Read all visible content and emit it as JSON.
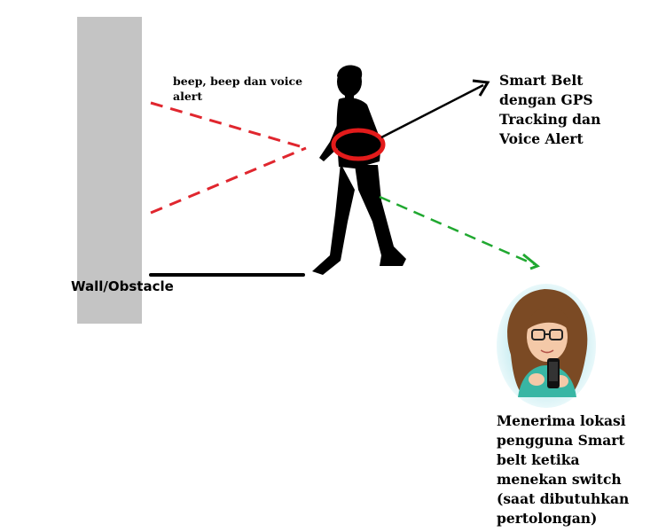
{
  "labels": {
    "wall": "Wall/Obstacle",
    "alert": "beep, beep dan voice alert",
    "belt": "Smart Belt\ndengan GPS\nTracking dan\nVoice Alert",
    "receive": "Menerima lokasi\npengguna Smart\nbelt ketika\nmenekan switch\n(saat dibutuhkan\npertolongan)"
  },
  "colors": {
    "wall": "#c4c4c4",
    "alert_signal": "#e0262e",
    "gps_signal": "#20a830",
    "belt_ring": "#e31b1b",
    "arrow": "#000000",
    "person": "#000000",
    "avatar_bg": "#cdeef2",
    "hair": "#7b4a24",
    "skin": "#f4c9a8",
    "shirt": "#38b6a4"
  },
  "icons": [
    "walking-person-icon",
    "belt-ring-icon",
    "woman-with-phone-avatar-icon"
  ]
}
